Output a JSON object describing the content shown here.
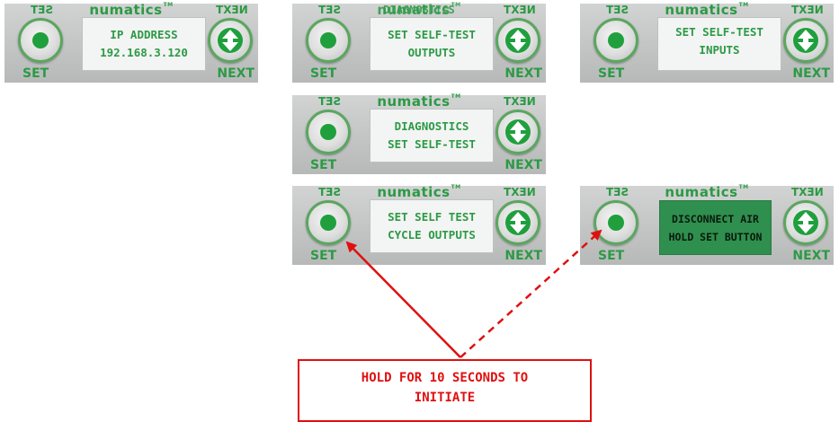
{
  "brand": "numatics",
  "brand_tm": "TM",
  "set_mirror": "SET",
  "next_mirror": "NEXT",
  "set_label": "SET",
  "next_label": "NEXT",
  "panels": [
    {
      "line1": "IP ADDRESS",
      "line2": "192.168.3.120"
    },
    {
      "line1": "SET SELF-TEST",
      "line2": "OUTPUTS",
      "ghost": "DIAGNOSTICS"
    },
    {
      "line1": "SET SELF-TEST",
      "line2": "INPUTS"
    },
    {
      "line1": "DIAGNOSTICS",
      "line2": "SET SELF-TEST"
    },
    {
      "line1": "SET SELF TEST",
      "line2": "CYCLE OUTPUTS"
    },
    {
      "line1": "DISCONNECT AIR",
      "line2": "HOLD SET BUTTON"
    }
  ],
  "callout": {
    "line1": "HOLD FOR 10 SECONDS TO",
    "line2": "INITIATE"
  },
  "colors": {
    "brand_green": "#2c9a45",
    "panel_gray": "#c3c5c5",
    "active_display": "#2f8f4e",
    "arrow_red": "#e01010"
  }
}
